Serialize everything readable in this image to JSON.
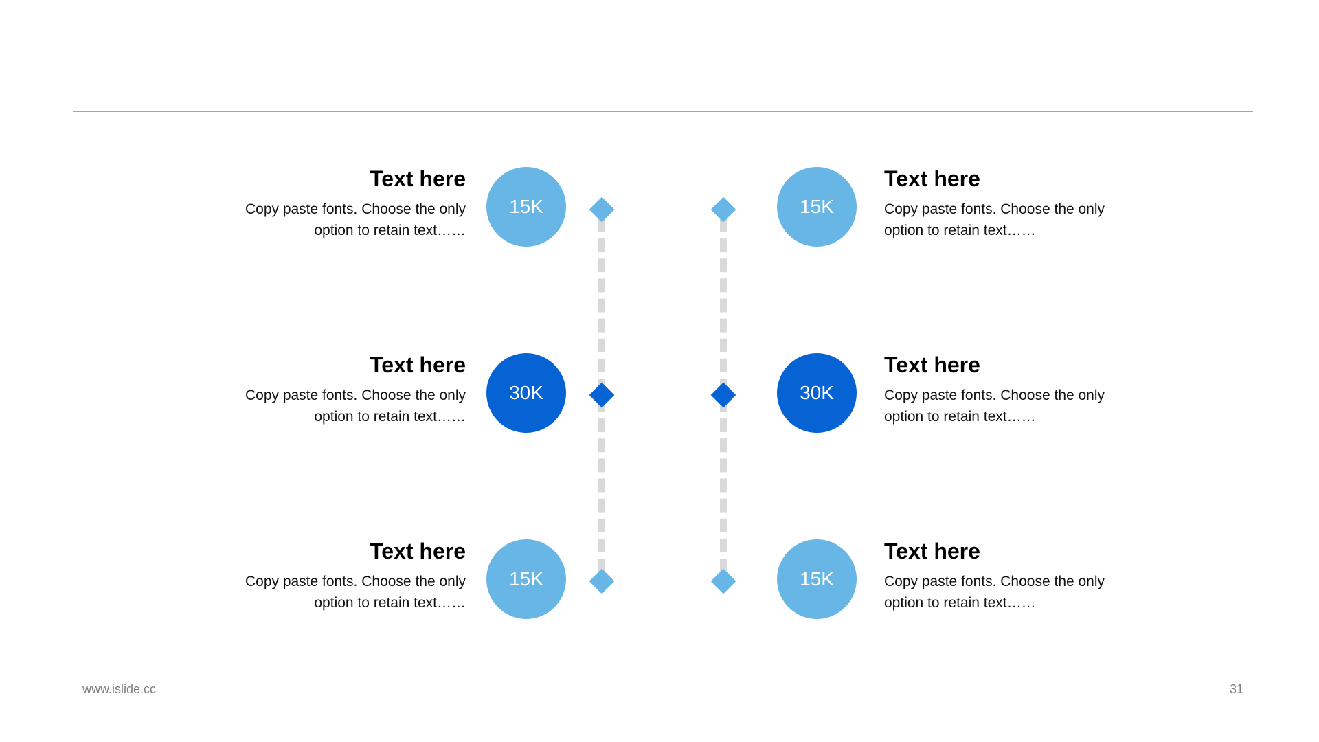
{
  "colors": {
    "light_blue": "#67b6e6",
    "dark_blue": "#0563d3",
    "connector_gray": "#d9d9d9",
    "rule_gray": "#a6a6a6"
  },
  "left_items": [
    {
      "value": "15K",
      "title": "Text here",
      "desc": "Copy paste fonts. Choose the only option to retain text……",
      "tone": "light"
    },
    {
      "value": "30K",
      "title": "Text here",
      "desc": "Copy paste fonts. Choose the only option to retain text……",
      "tone": "dark"
    },
    {
      "value": "15K",
      "title": "Text here",
      "desc": "Copy paste fonts. Choose the only option to retain text……",
      "tone": "light"
    }
  ],
  "right_items": [
    {
      "value": "15K",
      "title": "Text here",
      "desc": "Copy paste fonts. Choose the only option to retain text……",
      "tone": "light"
    },
    {
      "value": "30K",
      "title": "Text here",
      "desc": "Copy paste fonts. Choose the only option to retain text……",
      "tone": "dark"
    },
    {
      "value": "15K",
      "title": "Text here",
      "desc": "Copy paste fonts. Choose the only option to retain text……",
      "tone": "light"
    }
  ],
  "footer": {
    "url": "www.islide.cc",
    "page_number": "31"
  }
}
